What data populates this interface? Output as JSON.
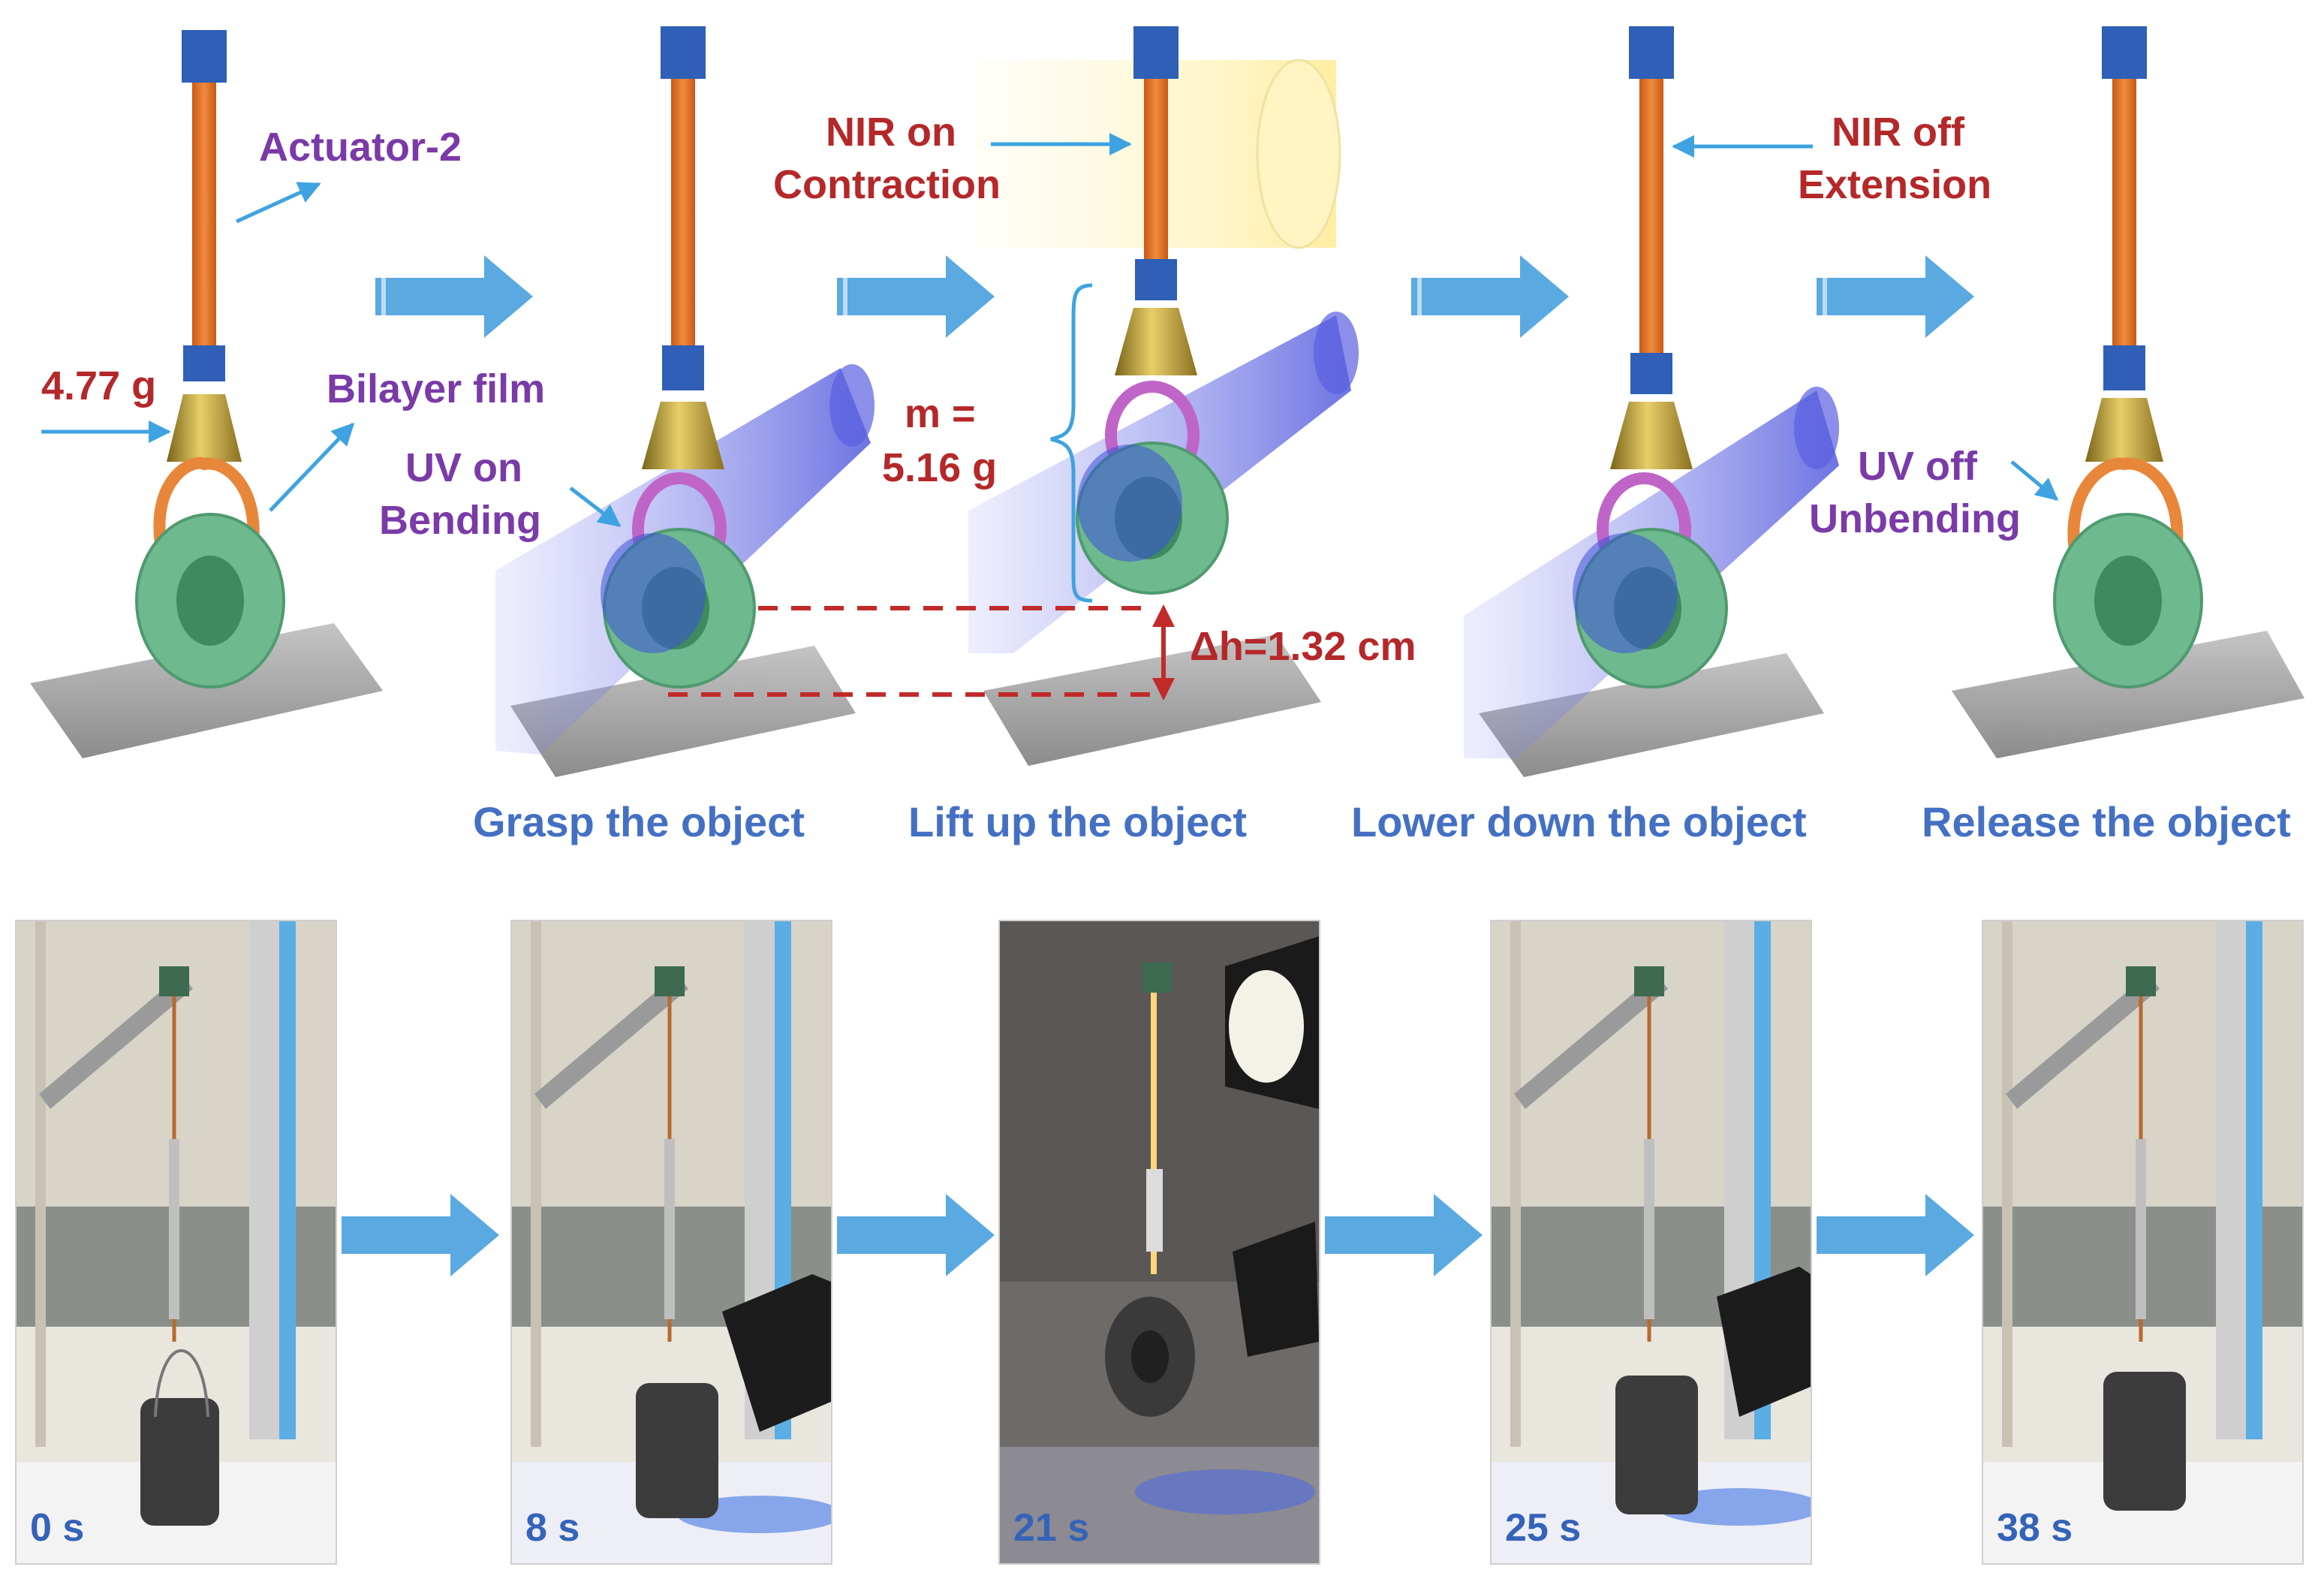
{
  "labels": {
    "actuator": "Actuator-2",
    "mass_initial": "4.77 g",
    "bilayer": "Bilayer film",
    "uv_on_line1": "UV on",
    "uv_on_line2": "Bending",
    "nir_on_line1": "NIR on",
    "nir_on_line2": "Contraction",
    "mass_line1": "m =",
    "mass_line2": "5.16 g",
    "delta_h": "Δh=1.32 cm",
    "nir_off_line1": "NIR off",
    "nir_off_line2": "Extension",
    "uv_off_line1": "UV off",
    "uv_off_line2": "Unbending"
  },
  "steps": [
    {
      "caption": "Grasp the object"
    },
    {
      "caption": "Lift up the object"
    },
    {
      "caption": "Lower down the object"
    },
    {
      "caption": "Release the object"
    }
  ],
  "times": [
    "0 s",
    "8 s",
    "21 s",
    "25 s",
    "38 s"
  ],
  "colors": {
    "arrow": "#5aa9e1",
    "actuator": "#e2782f",
    "clamp": "#2f5fb6",
    "ring": "#6fb98f",
    "bilayer": "#e8863a",
    "uv_beam": "#6a72e6",
    "nir_beam": "#fff2b0",
    "label_red": "#b5282a",
    "label_purple": "#7a3aa8",
    "caption_blue": "#4470c4"
  }
}
